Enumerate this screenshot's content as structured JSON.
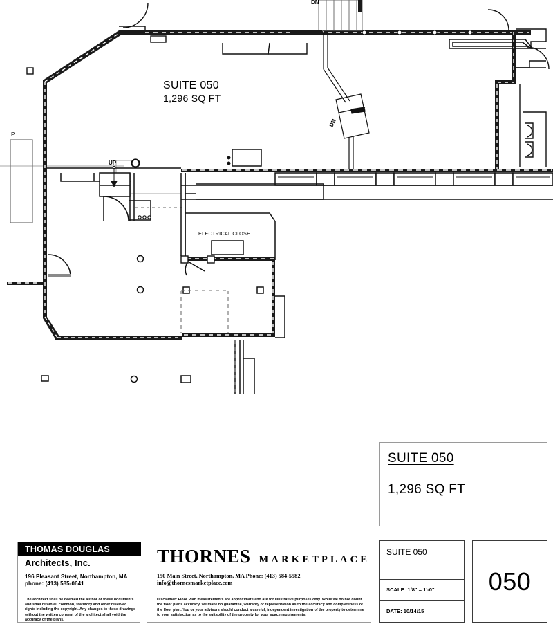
{
  "plan": {
    "suite_label": "SUITE 050",
    "area_label": "1,296 SQ FT",
    "electrical_closet": "ELECTRICAL CLOSET",
    "up_label": "UP",
    "dn_label_top": "DN",
    "dn_label_mid": "DN",
    "p_label": "P"
  },
  "callout": {
    "title": "SUITE 050",
    "area": "1,296 SQ FT"
  },
  "architect": {
    "name": "THOMAS DOUGLAS",
    "subtitle": "Architects, Inc.",
    "address": "196 Pleasant Street, Northampton, MA",
    "phone": "phone: (413) 585-0641",
    "legal": "The architect shall be deemed the author of these documents and shall retain all common, statutory and other reserved rights including the copyright. Any changes to these drawings without the written consent of the architect shall void the accuracy of the plans."
  },
  "thornes": {
    "word": "THORNES",
    "marketplace": "MARKETPLACE",
    "address": "150 Main Street, Northampton, MA   Phone: (413) 584-5582",
    "email": "info@thornesmarketplace.com",
    "disclaimer": "Disclaimer:  Floor Plan measurements are approximate and are for illustrative purposes only.  While we do not doubt the floor plans accuracy, we make no guarantee, warranty or representation as to the accuracy and completeness of the floor plan.  You or your advisors should conduct a careful, independent investigation of the property to determine to your satisfaction as to the suitability of the property for your space requirements."
  },
  "info": {
    "suite": "SUITE 050",
    "scale": "SCALE: 1/8\" = 1'-0\"",
    "date": "DATE:  10/14/15"
  },
  "sheet": {
    "number": "050"
  },
  "colors": {
    "ink": "#000000",
    "wall_fill": "#000000",
    "light_line": "#6f6f6f",
    "border": "#9a9a9a"
  }
}
